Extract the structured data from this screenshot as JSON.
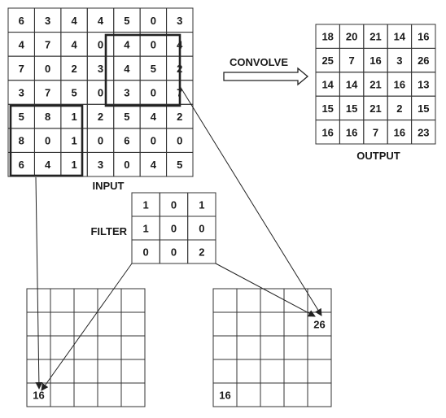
{
  "labels": {
    "input": "INPUT",
    "filter": "FILTER",
    "output": "OUTPUT",
    "convolve": "CONVOLVE"
  },
  "input_matrix": [
    [
      6,
      3,
      4,
      4,
      5,
      0,
      3
    ],
    [
      4,
      7,
      4,
      0,
      4,
      0,
      4
    ],
    [
      7,
      0,
      2,
      3,
      4,
      5,
      2
    ],
    [
      3,
      7,
      5,
      0,
      3,
      0,
      7
    ],
    [
      5,
      8,
      1,
      2,
      5,
      4,
      2
    ],
    [
      8,
      0,
      1,
      0,
      6,
      0,
      0
    ],
    [
      6,
      4,
      1,
      3,
      0,
      4,
      5
    ]
  ],
  "filter_matrix": [
    [
      1,
      0,
      1
    ],
    [
      1,
      0,
      0
    ],
    [
      0,
      0,
      2
    ]
  ],
  "output_matrix": [
    [
      18,
      20,
      21,
      14,
      16
    ],
    [
      25,
      7,
      16,
      3,
      26
    ],
    [
      14,
      14,
      21,
      16,
      13
    ],
    [
      15,
      15,
      21,
      2,
      15
    ],
    [
      16,
      16,
      7,
      16,
      23
    ]
  ],
  "highlights": {
    "window_top_right": {
      "row": 1,
      "col": 4,
      "rows": 3,
      "cols": 3
    },
    "window_bottom_left": {
      "row": 4,
      "col": 0,
      "rows": 3,
      "cols": 3
    }
  },
  "result_grid_left": {
    "rows": 5,
    "cols": 5,
    "cells": [
      {
        "row": 4,
        "col": 0,
        "value": "16"
      }
    ]
  },
  "result_grid_right": {
    "rows": 5,
    "cols": 5,
    "cells": [
      {
        "row": 1,
        "col": 4,
        "value": "26"
      },
      {
        "row": 4,
        "col": 0,
        "value": "16"
      }
    ]
  }
}
